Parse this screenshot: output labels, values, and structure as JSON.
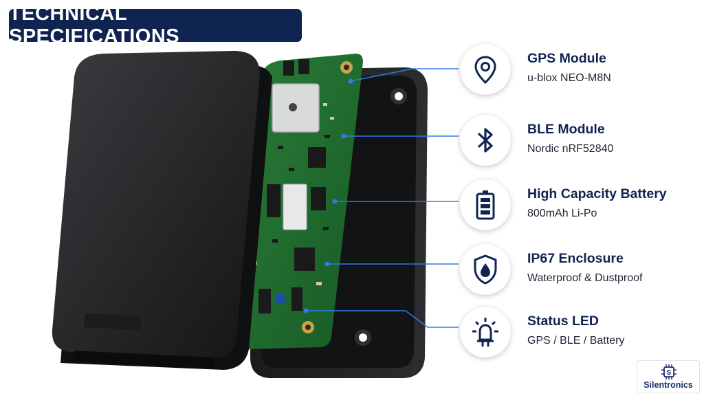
{
  "header": {
    "title": "TECHNICAL SPECIFICATIONS"
  },
  "colors": {
    "navy": "#0f2451",
    "connector_blue": "#2b7de9",
    "pcb_green": "#1e6a2e"
  },
  "specs": [
    {
      "icon": "location-pin-icon",
      "label": "GPS Module",
      "value": "u-blox NEO-M8N"
    },
    {
      "icon": "bluetooth-icon",
      "label": "BLE Module",
      "value": "Nordic nRF52840"
    },
    {
      "icon": "battery-icon",
      "label": "High Capacity Battery",
      "value": "800mAh Li-Po"
    },
    {
      "icon": "water-drop-shield-icon",
      "label": "IP67 Enclosure",
      "value": "Waterproof & Dustproof"
    },
    {
      "icon": "led-light-icon",
      "label": "Status LED",
      "value": "GPS / BLE / Battery"
    }
  ],
  "brand": {
    "name": "Silentronics"
  }
}
